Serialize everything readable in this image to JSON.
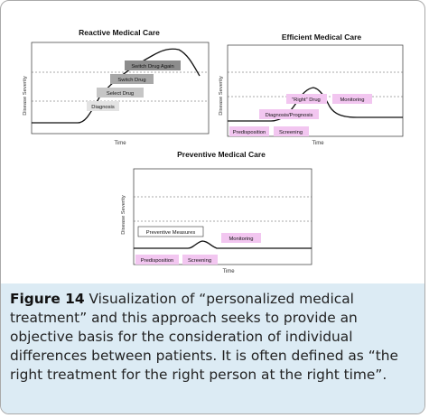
{
  "panels": {
    "reactive": {
      "title": "Reactive Medical Care",
      "y_axis_label": "Disease Severity",
      "x_axis_label": "Time",
      "labels": {
        "diagnosis": "Diagnosis",
        "select_drug": "Select Drug",
        "switch_drug": "Switch Drug",
        "switch_drug_again": "Switch Drug Again"
      }
    },
    "efficient": {
      "title": "Efficient Medical Care",
      "y_axis_label": "Disease Severity",
      "x_axis_label": "Time",
      "labels": {
        "right_drug": "“Right” Drug",
        "monitoring": "Monitoring",
        "diagnosis_prognosis": "Diagnosis/Prognosis",
        "predisposition": "Predisposition",
        "screening": "Screening"
      }
    },
    "preventive": {
      "title": "Preventive Medical Care",
      "y_axis_label": "Disease Severity",
      "x_axis_label": "Time",
      "labels": {
        "preventive_measures": "Preventive Measures",
        "monitoring": "Monitoring",
        "predisposition": "Predisposition",
        "screening": "Screening"
      }
    }
  },
  "caption": {
    "figure_label": "Figure 14",
    "text": " Visualization of “personalized medical treatment” and this approach seeks to provide an objective basis for the consideration of individual differences between patients. It is often defined as “the right treatment for the right person at the right time”."
  },
  "colors": {
    "caption_background": "#dcebf4",
    "label_pink": "#f2c6f0",
    "label_gray_light": "#d9d9d9",
    "label_gray_mid": "#b3b3b3",
    "label_gray_dark": "#8c8c8c"
  }
}
